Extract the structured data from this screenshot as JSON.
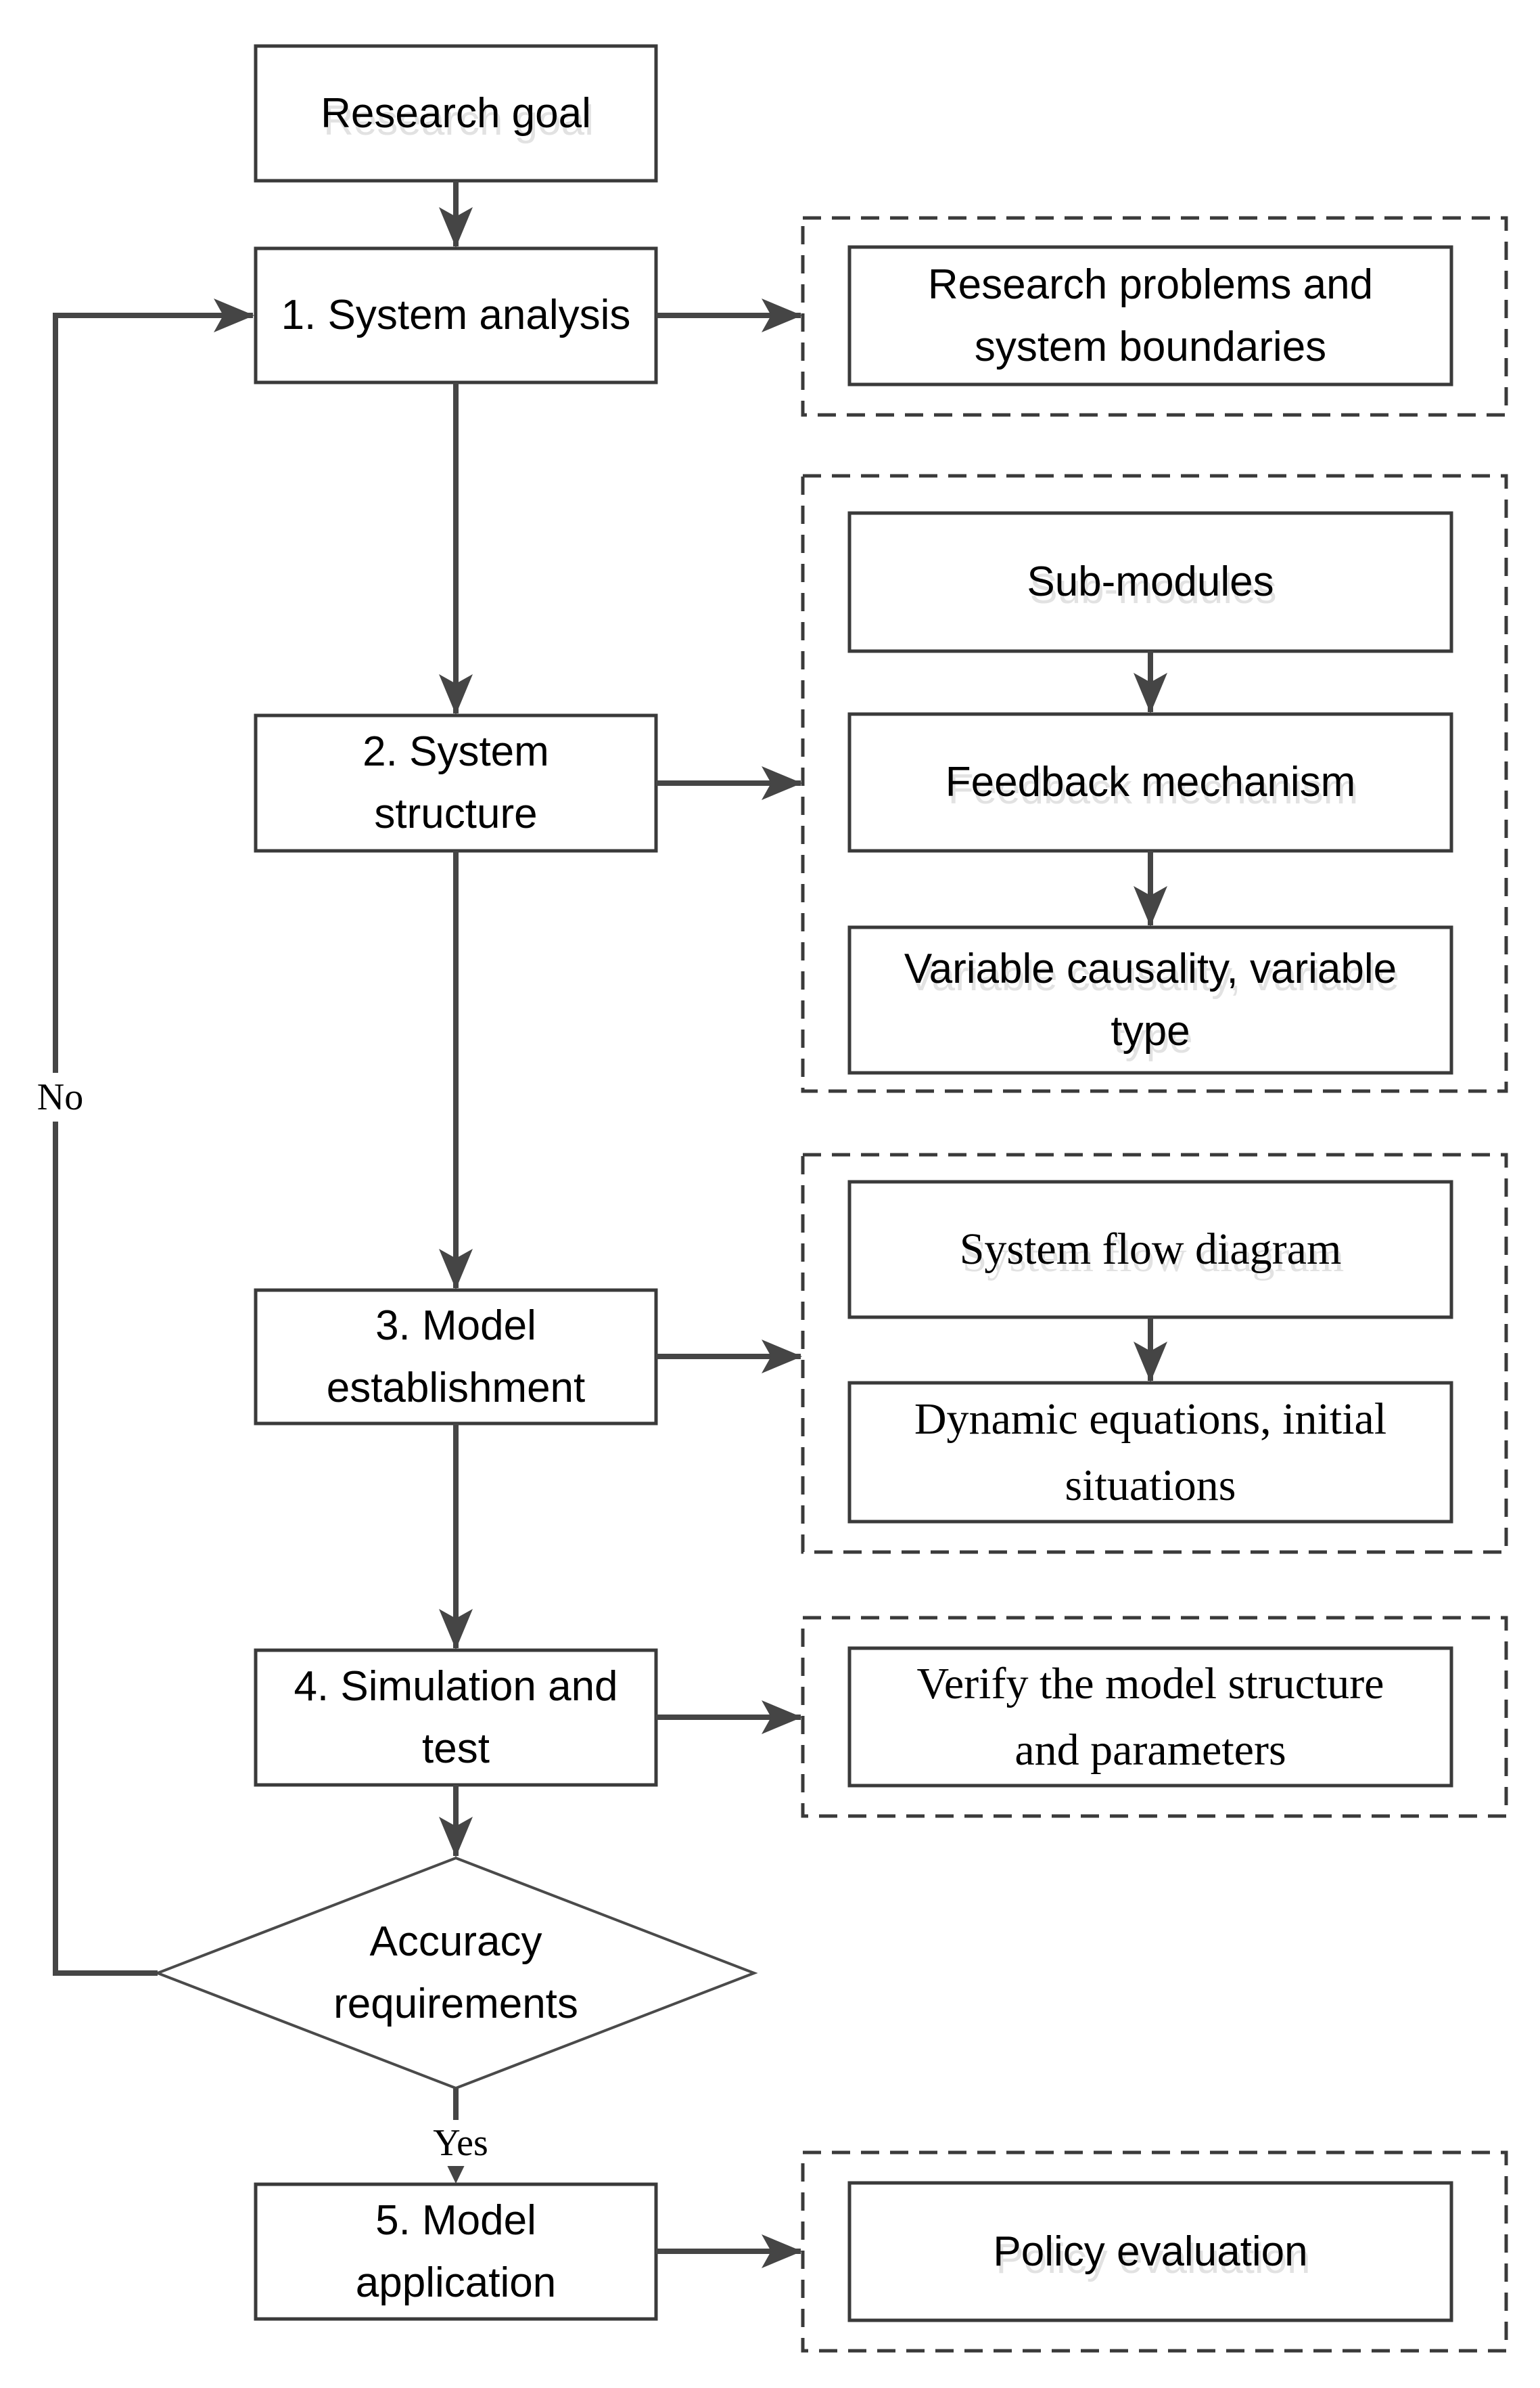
{
  "diagram_title": "System dynamics modeling methodology flowchart",
  "nodes": {
    "research_goal": {
      "label": "Research goal"
    },
    "step1": {
      "label": "1. System analysis"
    },
    "step2": {
      "label": "2. System\nstructure"
    },
    "step3": {
      "label": "3. Model\nestablishment"
    },
    "step4": {
      "label": "4. Simulation and\ntest"
    },
    "decision": {
      "label": "Accuracy\nrequirements"
    },
    "step5": {
      "label": "5. Model\napplication"
    },
    "research_problems": {
      "label": "Research problems and\nsystem boundaries"
    },
    "sub_modules": {
      "label": "Sub-modules"
    },
    "feedback_mechanism": {
      "label": "Feedback mechanism"
    },
    "variable_causality": {
      "label": "Variable causality, variable\ntype"
    },
    "system_flow_diagram": {
      "label": "System flow diagram"
    },
    "dynamic_equations": {
      "label": "Dynamic equations, initial\nsituations"
    },
    "verify_model": {
      "label": "Verify the model structure\nand parameters"
    },
    "policy_evaluation": {
      "label": "Policy evaluation"
    }
  },
  "edge_labels": {
    "no": "No",
    "yes": "Yes"
  },
  "colors": {
    "box_stroke": "#3a3a3a",
    "connector": "#454545",
    "text": "#000000",
    "ghost_shadow": "#e2e2e2",
    "background": "#ffffff"
  }
}
